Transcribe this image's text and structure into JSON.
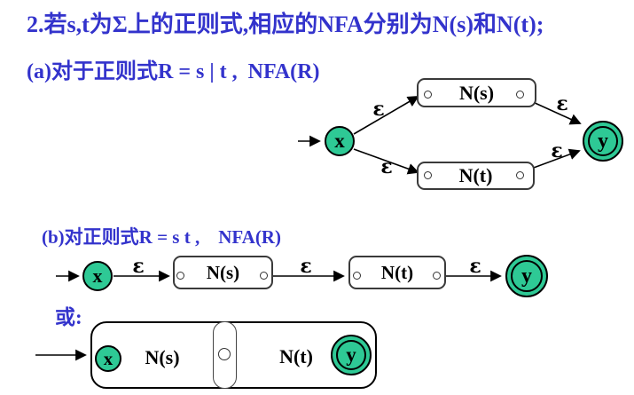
{
  "title": "2.若s,t为Σ上的正则式,相应的NFA分别为N(s)和N(t);",
  "section_a": {
    "heading": "(a)对于正则式R = s | t ,  NFA(R)"
  },
  "section_b": {
    "heading": "(b)对正则式R = s t ,    NFA(R)",
    "or_label": "或:"
  },
  "labels": {
    "epsilon": "ε",
    "x": "x",
    "y": "y",
    "ns": "N(s)",
    "nt": "N(t)"
  },
  "colors": {
    "heading_blue": "#3333CC",
    "state_green": "#2EC995",
    "edge_black": "#000000",
    "box_border": "#3A3A3A"
  }
}
